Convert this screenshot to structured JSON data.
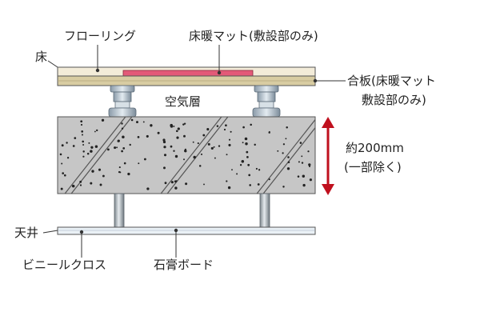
{
  "labels": {
    "floor": "床",
    "flooring": "フローリング",
    "heating_mat": "床暖マット(敷設部のみ)",
    "plywood_line1": "合板(床暖マット",
    "plywood_line2": "敷設部のみ)",
    "air_layer": "空気層",
    "dimension_line1": "約200mm",
    "dimension_line2": "(一部除く)",
    "ceiling": "天井",
    "vinyl_cloth": "ビニールクロス",
    "gypsum_board": "石膏ボード"
  },
  "colors": {
    "flooring_top": "#f3ecd9",
    "heating_mat": "#e35a78",
    "plywood": "#d8cca2",
    "concrete": "#c6c6c6",
    "support": "#b9c6d1",
    "post": "#aab4bb",
    "ceiling_board": "#eaf1f6",
    "dimension_arrow": "#c0101e",
    "leader": "#333333"
  }
}
